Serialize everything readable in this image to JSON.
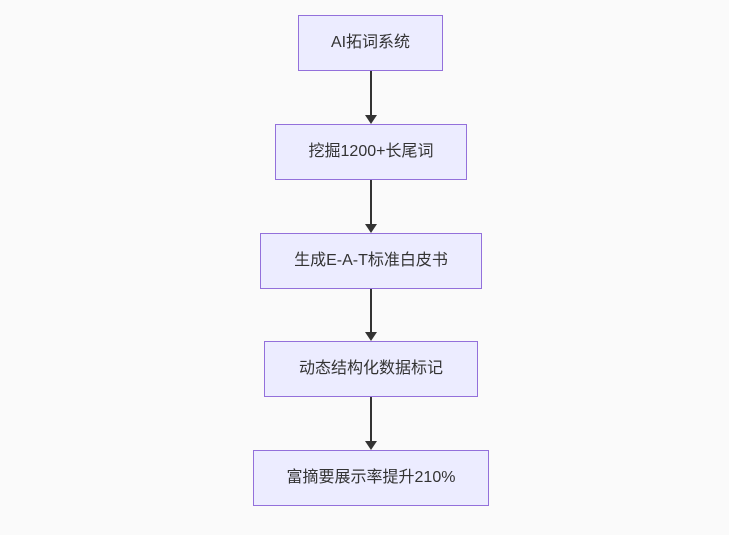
{
  "flowchart": {
    "type": "flowchart-top-down",
    "background_color": "#fafafa",
    "node_fill_color": "#ECECFF",
    "node_border_color": "#9370DB",
    "text_color": "#333333",
    "arrow_color": "#333333",
    "nodes": [
      {
        "id": "node-1",
        "label": "AI拓词系统"
      },
      {
        "id": "node-2",
        "label": "挖掘1200+长尾词"
      },
      {
        "id": "node-3",
        "label": "生成E-A-T标准白皮书"
      },
      {
        "id": "node-4",
        "label": "动态结构化数据标记"
      },
      {
        "id": "node-5",
        "label": "富摘要展示率提升210%"
      }
    ],
    "edges": [
      {
        "from": "node-1",
        "to": "node-2",
        "style": "arrow-down"
      },
      {
        "from": "node-2",
        "to": "node-3",
        "style": "arrow-down"
      },
      {
        "from": "node-3",
        "to": "node-4",
        "style": "arrow-down"
      },
      {
        "from": "node-4",
        "to": "node-5",
        "style": "arrow-down"
      }
    ]
  }
}
